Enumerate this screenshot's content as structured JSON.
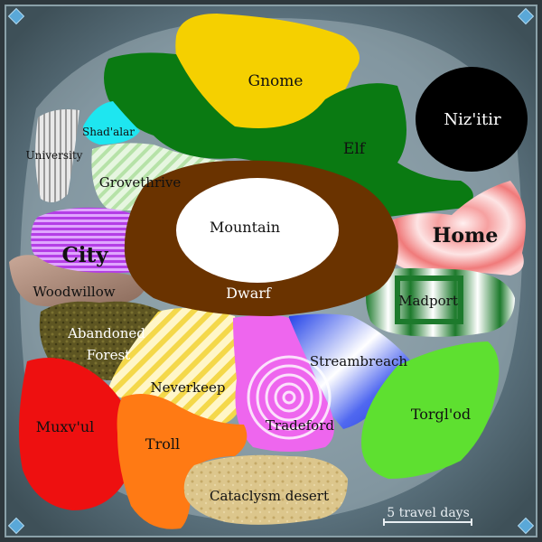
{
  "map": {
    "regions": [
      {
        "id": "gnome",
        "label": "Gnome",
        "color": "#f5d000",
        "style": "solid"
      },
      {
        "id": "elf",
        "label": "Elf",
        "color": "#0a7a12",
        "style": "solid"
      },
      {
        "id": "niz_itir",
        "label": "Niz'itir",
        "color": "#000000",
        "text_color": "#ffffff",
        "style": "solid"
      },
      {
        "id": "shadalar",
        "label": "Shad'alar",
        "color": "#1ee6f0",
        "style": "solid"
      },
      {
        "id": "university",
        "label": "University",
        "color": "#c8c8c8",
        "style": "stripes-vertical"
      },
      {
        "id": "grovethrive",
        "label": "Grovethrive",
        "color": "#cdeec4",
        "style": "stripes-diagonal"
      },
      {
        "id": "city",
        "label": "City",
        "color": "#c860f0",
        "style": "stripes-horizontal",
        "bold": true
      },
      {
        "id": "mountain",
        "label": "Mountain",
        "color": "#ffffff",
        "style": "solid"
      },
      {
        "id": "dwarf",
        "label": "Dwarf",
        "color": "#6a3300",
        "text_color": "#ffffff",
        "style": "solid"
      },
      {
        "id": "home",
        "label": "Home",
        "color": "#f28a8a",
        "style": "radial",
        "bold": true
      },
      {
        "id": "madport",
        "label": "Madport",
        "color": "#2a8a3a",
        "style": "concentric-squares"
      },
      {
        "id": "woodwillow",
        "label": "Woodwillow",
        "color": "#b08a78",
        "style": "gradient"
      },
      {
        "id": "abandoned_forest",
        "label": "Abandoned Forest",
        "color": "#5a5220",
        "text_color": "#ffffff",
        "style": "texture"
      },
      {
        "id": "streambreach",
        "label": "Streambreach",
        "color": "#2b4fe6",
        "style": "gradient-diagonal"
      },
      {
        "id": "neverkeep",
        "label": "Neverkeep",
        "color": "#fbe89a",
        "style": "concentric-diamonds"
      },
      {
        "id": "tradeford",
        "label": "Tradeford",
        "color": "#ee66ee",
        "style": "spiral"
      },
      {
        "id": "torglod",
        "label": "Torgl'od",
        "color": "#5ee030",
        "style": "solid"
      },
      {
        "id": "muxvul",
        "label": "Muxv'ul",
        "color": "#ee1010",
        "style": "solid"
      },
      {
        "id": "troll",
        "label": "Troll",
        "color": "#ff7a14",
        "style": "solid"
      },
      {
        "id": "cataclysm_desert",
        "label": "Cataclysm desert",
        "color": "#d8c084",
        "style": "sand"
      }
    ],
    "scale_label": "5 travel days",
    "colors": {
      "sea": "#59707c",
      "frame": "#2f3a40",
      "corner_gem": "#5aa8d8"
    }
  }
}
